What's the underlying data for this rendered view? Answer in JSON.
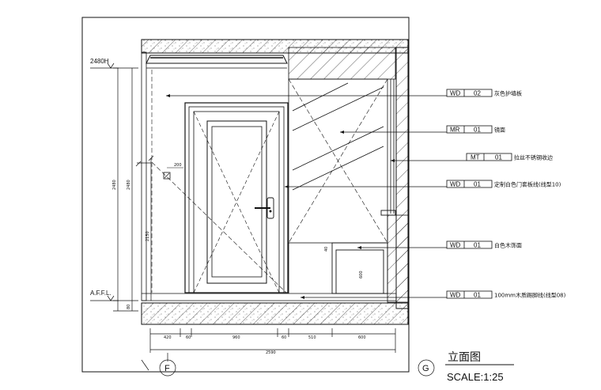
{
  "elevation": {
    "title": "立面图",
    "scale": "SCALE:1:25",
    "grid_left": "F",
    "grid_right": "G"
  },
  "levels": {
    "top": "2480H",
    "floor": "A.F.F.L."
  },
  "dimensions": {
    "vertical_total": "2480",
    "vertical_door": "2150",
    "vertical_base": "80",
    "cabinet_height": "600",
    "cabinet_small": "40",
    "switch_offset": "200",
    "bottom_segments": [
      "420",
      "60",
      "960",
      "60",
      "510",
      "600"
    ],
    "bottom_total": "2590"
  },
  "callouts": [
    {
      "code": "WD",
      "num": "02",
      "desc": "灰色护墙板"
    },
    {
      "code": "MR",
      "num": "01",
      "desc": "镜面"
    },
    {
      "code": "MT",
      "num": "01",
      "desc": "拉丝不锈钢收边"
    },
    {
      "code": "WD",
      "num": "01",
      "desc": "定制白色门套板线(线型10)"
    },
    {
      "code": "WD",
      "num": "01",
      "desc": "白色木饰面"
    },
    {
      "code": "WD",
      "num": "01",
      "desc": "100mm木质踢脚线(线型08)"
    }
  ]
}
